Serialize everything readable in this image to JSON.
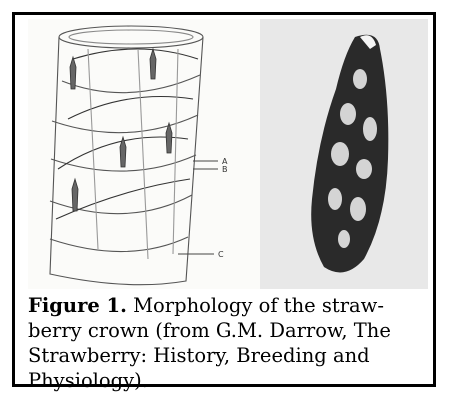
{
  "figure": {
    "label": "Figure 1.",
    "caption_line1": "Morphology of the straw-",
    "caption_line2": "berry crown (from G.M. Darrow, The",
    "caption_line3": "Strawberry: History, Breeding and",
    "caption_line4": "Physiology).",
    "drawing_labels": [
      "A",
      "B",
      "C"
    ]
  }
}
